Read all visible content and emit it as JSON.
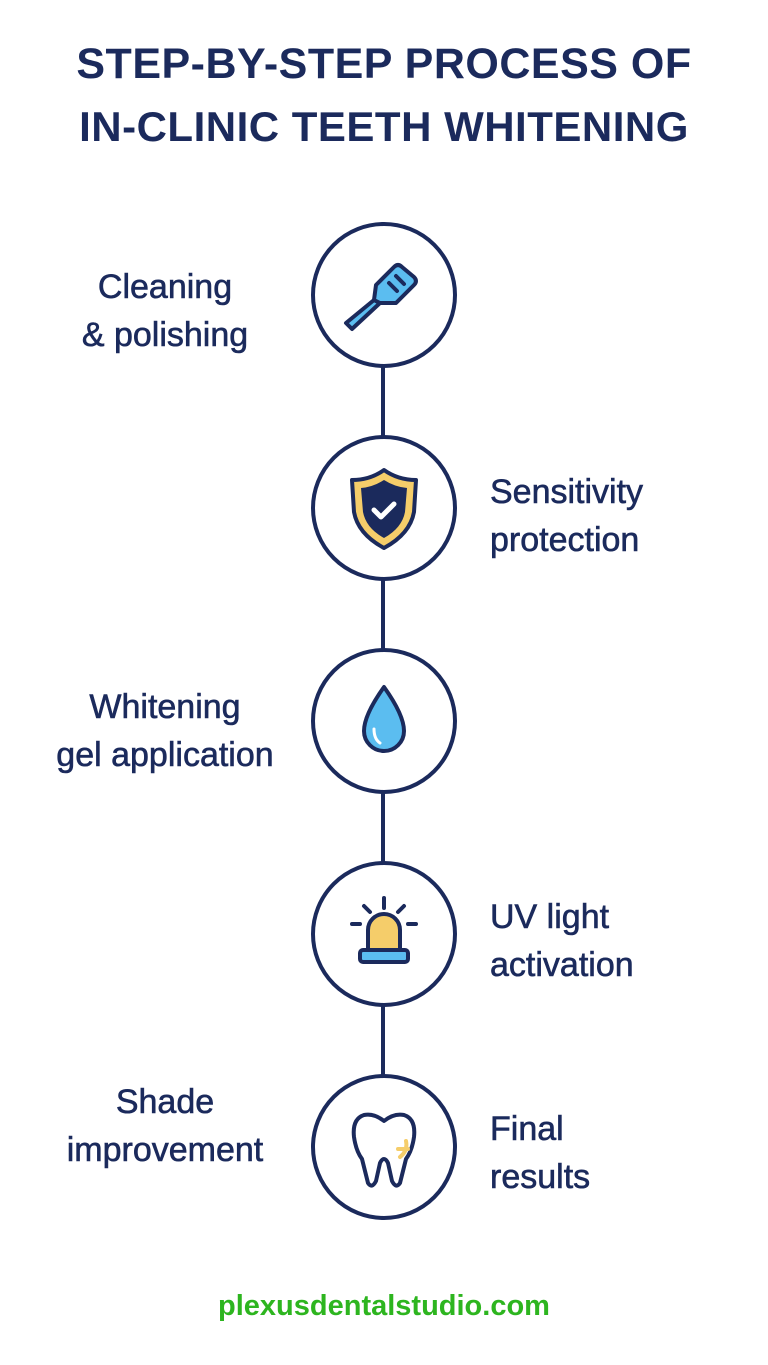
{
  "title": {
    "line1": "STEP-BY-STEP PROCESS OF",
    "line2": "IN-CLINIC TEETH WHITENING"
  },
  "steps": [
    {
      "icon": "toothbrush-icon",
      "side": "left",
      "lines": [
        "Cleaning",
        "& polishing"
      ]
    },
    {
      "icon": "shield-check-icon",
      "side": "right",
      "lines": [
        "Sensitivity",
        "protection"
      ]
    },
    {
      "icon": "drop-icon",
      "side": "left",
      "lines": [
        "Whitening",
        "gel application"
      ]
    },
    {
      "icon": "uv-lamp-icon",
      "side": "right",
      "lines": [
        "UV light",
        "activation"
      ]
    },
    {
      "icon": "tooth-icon",
      "side": "both",
      "lines": [
        "Final",
        "results"
      ],
      "left_lines": [
        "Shade",
        "improvement"
      ]
    }
  ],
  "footer": "plexusdentalstudio.com",
  "colors": {
    "navy": "#1b2a5c",
    "light_blue": "#5bbdf0",
    "yellow": "#f5cd6a",
    "green": "#2db51f"
  }
}
